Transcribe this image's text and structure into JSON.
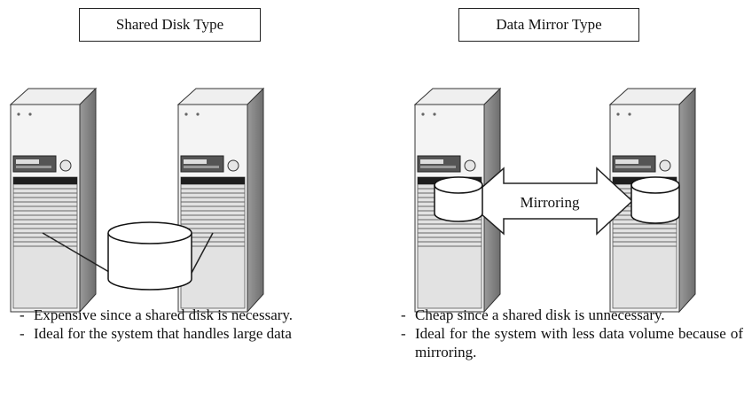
{
  "left": {
    "title": "Shared Disk Type",
    "bullets": [
      "Expensive since a shared disk is necessary.",
      "Ideal for the system that handles large data"
    ]
  },
  "right": {
    "title": "Data Mirror Type",
    "arrow_label": "Mirroring",
    "bullets": [
      "Cheap since a shared disk is unnecessary.",
      "Ideal for the system with less data volume because of mirroring."
    ]
  },
  "icons": [
    "server-icon",
    "disk-icon",
    "double-arrow-icon"
  ]
}
